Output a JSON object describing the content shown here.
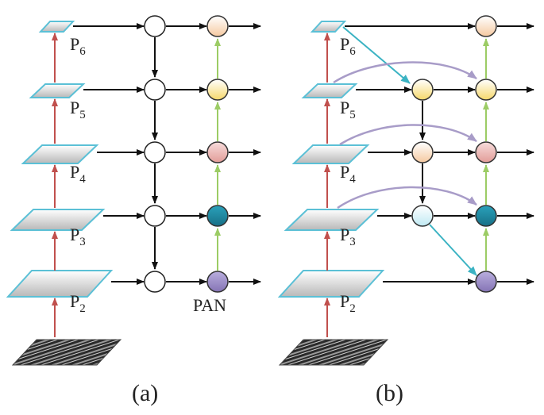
{
  "panels": [
    {
      "caption": "(a)",
      "levels": [
        "P6",
        "P5",
        "P4",
        "P3",
        "P2"
      ],
      "network_label": "PAN"
    },
    {
      "caption": "(b)",
      "levels": [
        "P6",
        "P5",
        "P4",
        "P3",
        "P2"
      ]
    }
  ],
  "colors": {
    "upsample_arrow": "#c0504d",
    "bottom_up_arrow": "#9ccc65",
    "skip_arrow_purple": "#a89cc8",
    "diagonal_arrow_cyan": "#3bb3c3",
    "plane_edge": "#5bc0d6",
    "node_yellow": "#f6dd7c",
    "node_peach": "#f7d6b8",
    "node_pink": "#e8a8a5",
    "node_teal": "#1f8fa8",
    "node_purple": "#9585c0",
    "node_lightblue": "#cfeef5"
  }
}
